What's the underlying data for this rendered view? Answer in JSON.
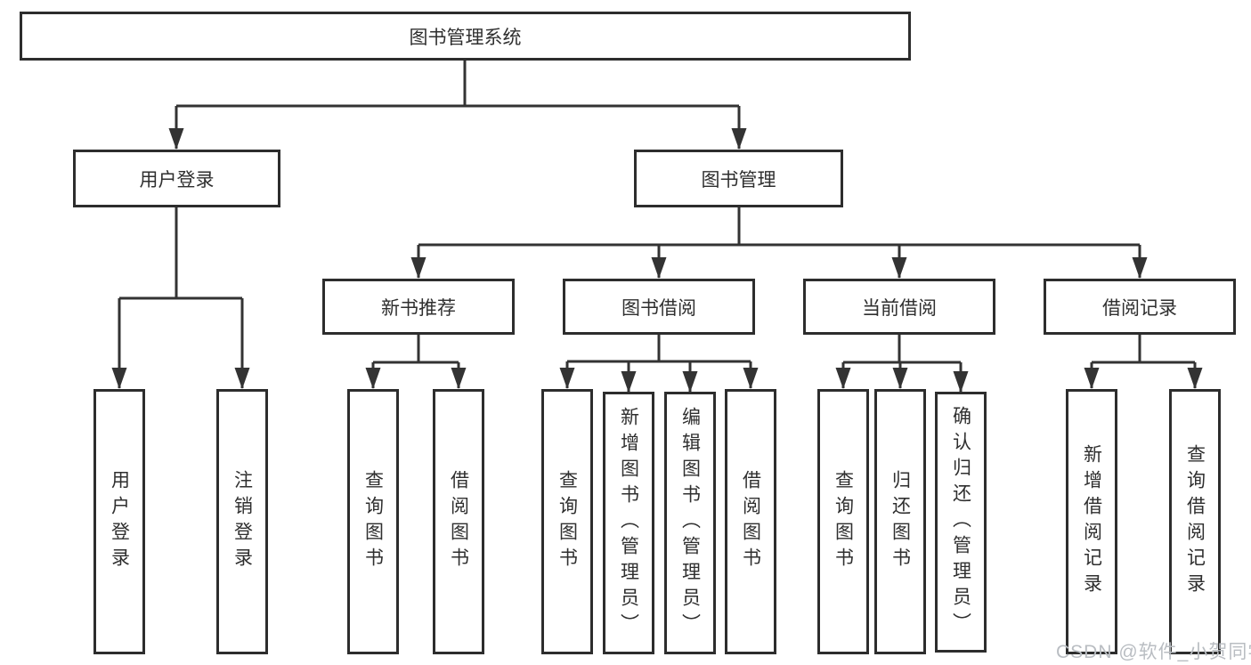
{
  "diagram": {
    "root": {
      "label": "图书管理系统"
    },
    "level2": {
      "user_login": {
        "label": "用户登录"
      },
      "book_mgmt": {
        "label": "图书管理"
      }
    },
    "level3": {
      "new_book": {
        "label": "新书推荐"
      },
      "book_borrow": {
        "label": "图书借阅"
      },
      "current_borrow": {
        "label": "当前借阅"
      },
      "borrow_record": {
        "label": "借阅记录"
      }
    },
    "leaves": {
      "user_login_1": {
        "label": "用户登录"
      },
      "user_login_2": {
        "label": "注销登录"
      },
      "new_book_1": {
        "label": "查询图书"
      },
      "new_book_2": {
        "label": "借阅图书"
      },
      "book_borrow_1": {
        "label": "查询图书"
      },
      "book_borrow_2": {
        "label": "新增图书（管理员）"
      },
      "book_borrow_3": {
        "label": "编辑图书（管理员）"
      },
      "book_borrow_4": {
        "label": "借阅图书"
      },
      "current_borrow_1": {
        "label": "查询图书"
      },
      "current_borrow_2": {
        "label": "归还图书"
      },
      "current_borrow_3": {
        "label": "确认归还（管理员）"
      },
      "borrow_record_1": {
        "label": "新增借阅记录"
      },
      "borrow_record_2": {
        "label": "查询借阅记录"
      }
    }
  },
  "watermark": {
    "text": "CSDN @软件_小贺同学"
  },
  "colors": {
    "line": "#333333",
    "border": "#2d2d2d",
    "text": "#2f2f2f",
    "watermark": "#b9bdc2",
    "background": "#ffffff"
  }
}
